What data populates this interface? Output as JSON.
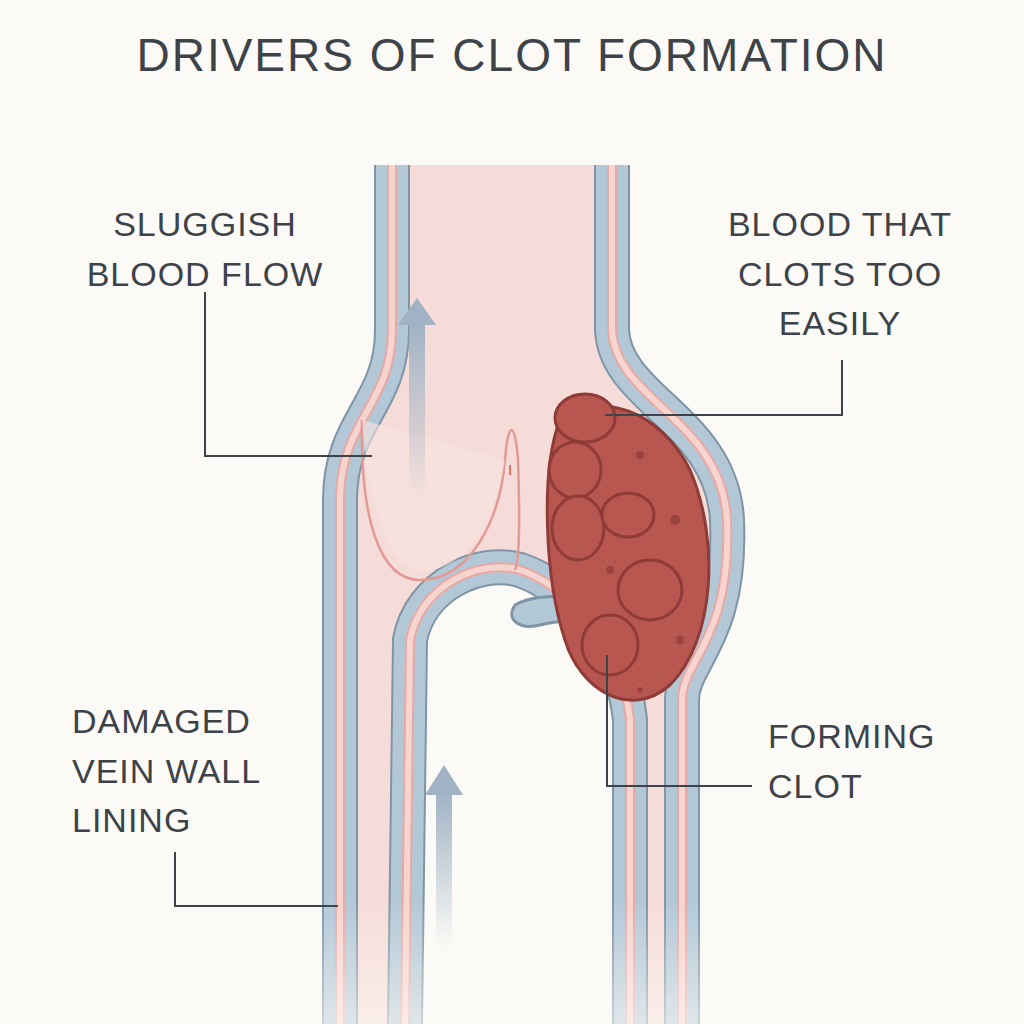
{
  "diagram": {
    "title": "DRIVERS OF CLOT FORMATION",
    "labels": [
      "SLUGGISH BLOOD FLOW",
      "BLOOD THAT CLOTS TOO EASILY",
      "DAMAGED VEIN WALL LINING",
      "FORMING CLOT"
    ]
  }
}
